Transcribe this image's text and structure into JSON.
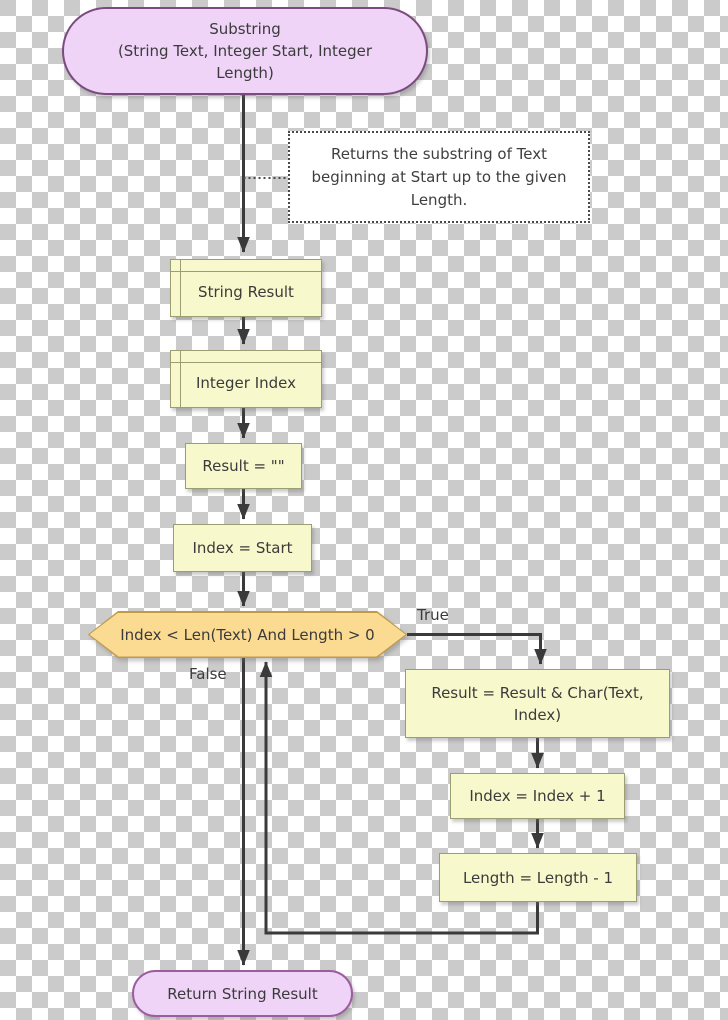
{
  "diagram": {
    "type": "flowchart",
    "start": {
      "title": "Substring",
      "signature": "(String Text, Integer Start, Integer Length)"
    },
    "note": {
      "text": "Returns the substring of Text beginning at Start up to the given Length."
    },
    "declare_result": {
      "label": "String Result"
    },
    "declare_index": {
      "label": "Integer Index"
    },
    "assign_result_empty": {
      "label": "Result = \"\""
    },
    "assign_index_start": {
      "label": "Index = Start"
    },
    "decision": {
      "condition": "Index < Len(Text) And Length > 0",
      "true_label": "True",
      "false_label": "False"
    },
    "assign_result_char": {
      "label": "Result = Result & Char(Text, Index)"
    },
    "assign_index_inc": {
      "label": "Index = Index + 1"
    },
    "assign_length_dec": {
      "label": "Length = Length - 1"
    },
    "end": {
      "label": "Return String Result"
    }
  },
  "colors": {
    "terminator-fill": "#efd4f8",
    "terminator-border": "#7b4a7e",
    "terminator-border-end": "#9a5d9e",
    "process-fill": "#f8f8cd",
    "process-border": "#9d9d73",
    "decision-fill": "#fbda92",
    "decision-border": "#c19a48",
    "line-color": "#3a3a3a",
    "background-checker": "#cbcbcb"
  }
}
